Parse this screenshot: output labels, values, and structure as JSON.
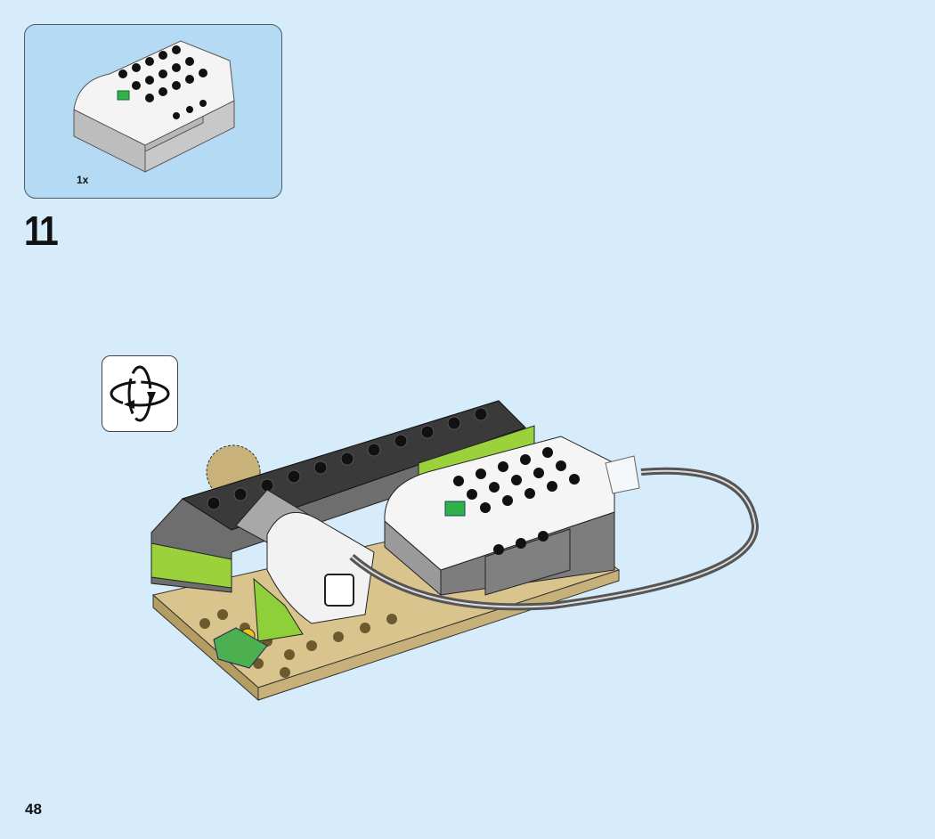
{
  "parts_callout": {
    "quantity": "1x",
    "part": "smarthub"
  },
  "step": {
    "number": "11"
  },
  "rotate_hint": {
    "icon": "rotate-model-icon"
  },
  "page": {
    "number": "48"
  },
  "colors": {
    "background": "#d6ecfa",
    "callout": "#b5dbf4",
    "lime": "#9bd23c",
    "tan": "#d9c48e",
    "dark_gray": "#6e6e6e"
  }
}
